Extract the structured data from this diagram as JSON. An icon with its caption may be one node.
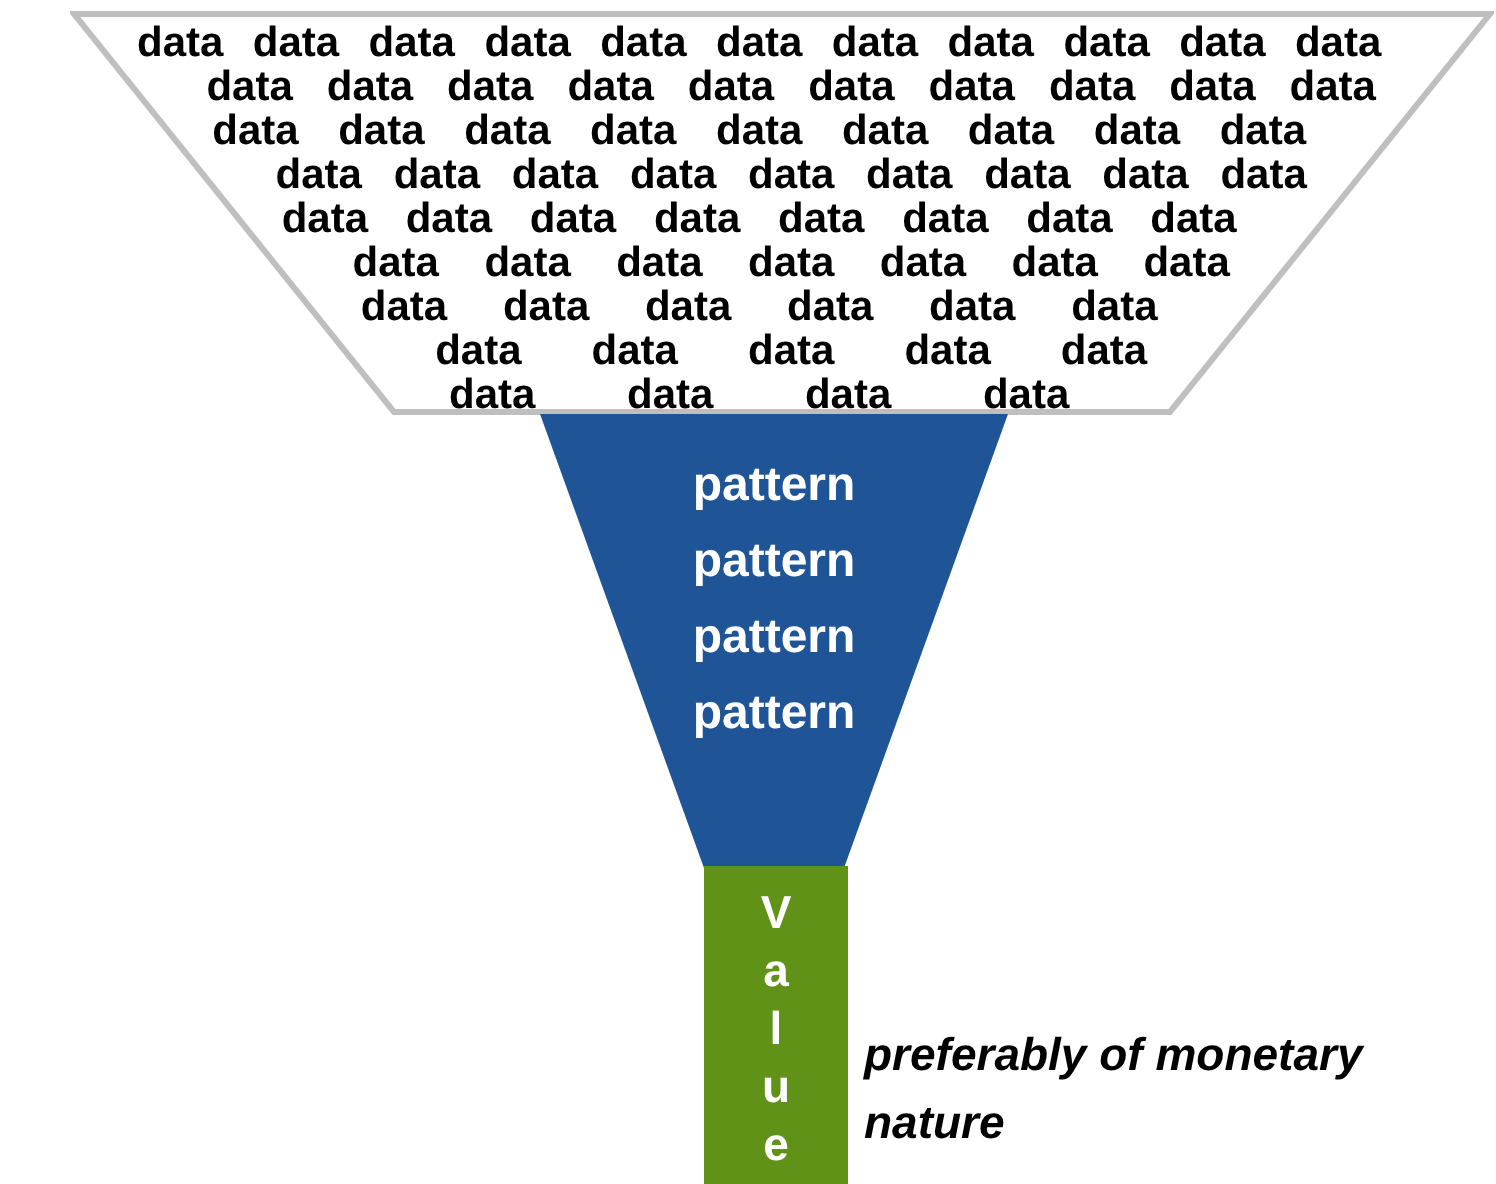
{
  "diagram": {
    "nodes": [
      {
        "text": [
          "data",
          "data",
          "data",
          "data",
          "data",
          "data",
          "data",
          "data",
          "data",
          "data",
          "data",
          "data",
          "data",
          "data",
          "data",
          "data",
          "data",
          "data",
          "data",
          "data",
          "data",
          "data",
          "data",
          "data",
          "data",
          "data",
          "data",
          "data",
          "data",
          "data",
          "data",
          "data",
          "data",
          "data",
          "data",
          "data",
          "data",
          "data",
          "data",
          "data",
          "data",
          "data",
          "data",
          "data",
          "data",
          "data",
          "data",
          "data",
          "data",
          "data",
          "data",
          "data",
          "data",
          "data",
          "data",
          "data",
          "data",
          "data",
          "data",
          "data",
          "data",
          "data",
          "data",
          "data",
          "data",
          "data",
          "data",
          "data",
          "data"
        ]
      },
      {
        "text": [
          "pattern",
          "pattern",
          "pattern",
          "pattern"
        ]
      },
      {
        "text": [
          "Value"
        ],
        "beside": [
          "preferably of monetary nature"
        ]
      }
    ],
    "edges": []
  }
}
